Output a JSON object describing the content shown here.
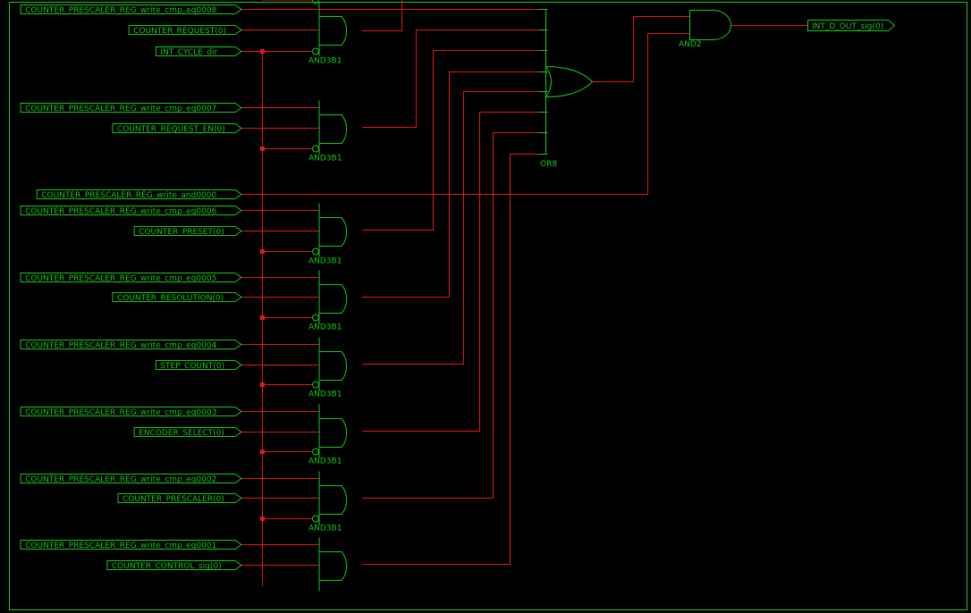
{
  "inputs": [
    {
      "label": "COUNTER_PRESCALER_REG_write_cmp_eq0008"
    },
    {
      "label": "COUNTER_REQUEST(0)"
    },
    {
      "label": "INT_CYCLE_dir"
    },
    {
      "label": "COUNTER_PRESCALER_REG_write_cmp_eq0007"
    },
    {
      "label": "COUNTER_REQUEST_EN(0)"
    },
    {
      "label": "COUNTER_PRESCALER_REG_write_and0000"
    },
    {
      "label": "COUNTER_PRESCALER_REG_write_cmp_eq0006"
    },
    {
      "label": "COUNTER_PRESET(0)"
    },
    {
      "label": "COUNTER_PRESCALER_REG_write_cmp_eq0005"
    },
    {
      "label": "COUNTER_RESOLUTION(0)"
    },
    {
      "label": "COUNTER_PRESCALER_REG_write_cmp_eq0004"
    },
    {
      "label": "STEP_COUNT(0)"
    },
    {
      "label": "COUNTER_PRESCALER_REG_write_cmp_eq0003"
    },
    {
      "label": "ENCODER_SELECT(0)"
    },
    {
      "label": "COUNTER_PRESCALER_REG_write_cmp_eq0002"
    },
    {
      "label": "COUNTER_PRESCALER(0)"
    },
    {
      "label": "COUNTER_PRESCALER_REG_write_cmp_eq0001"
    },
    {
      "label": "COUNTER_CONTROL_sig(0)"
    }
  ],
  "output": {
    "label": "INT_D_OUT_sig(0)"
  },
  "gates": {
    "and3b1": "AND3B1",
    "or8": "OR8",
    "and2": "AND2"
  },
  "colors": {
    "wire": "#e01818",
    "symbol": "#19c819",
    "background": "#000000"
  }
}
